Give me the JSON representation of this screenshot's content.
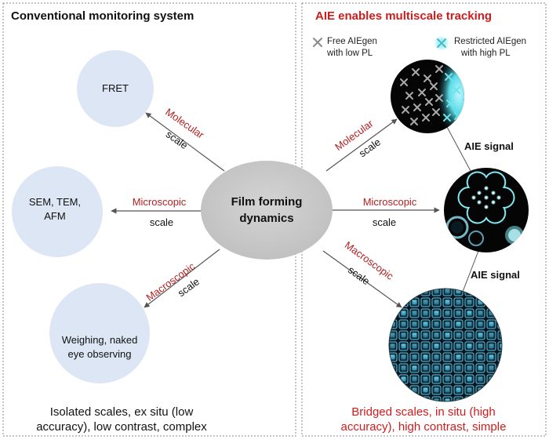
{
  "colors": {
    "accent_red": "#d01c1c",
    "scale_red": "#b41e1e",
    "node_fill": "#dde6f4",
    "center_fill": "#c9c9c9",
    "glow": "#58dbe6",
    "panel_border": "#8a8a8a"
  },
  "left_panel": {
    "title": "Conventional monitoring system",
    "footer_line1": "Isolated scales, ex situ (low",
    "footer_line2": "accuracy), low contrast, complex",
    "nodes": {
      "fret": "FRET",
      "microscopy_line1": "SEM, TEM,",
      "microscopy_line2": "AFM",
      "weighing_line1": "Weighing, naked",
      "weighing_line2": "eye observing"
    }
  },
  "right_panel": {
    "title": "AIE enables multiscale tracking",
    "footer_line1": "Bridged scales, in situ (high",
    "footer_line2": "accuracy), high contrast, simple",
    "legend_free_line1": "Free AIEgen",
    "legend_free_line2": "with low PL",
    "legend_restricted_line1": "Restricted  AIEgen",
    "legend_restricted_line2": "with high PL",
    "signal_1": "AIE signal",
    "signal_2": "AIE signal"
  },
  "center": {
    "line1": "Film forming",
    "line2": "dynamics"
  },
  "scales": {
    "molecular": "Molecular",
    "microscopic": "Microscopic",
    "macroscopic": "Macroscopic",
    "scale_word": "scale"
  }
}
